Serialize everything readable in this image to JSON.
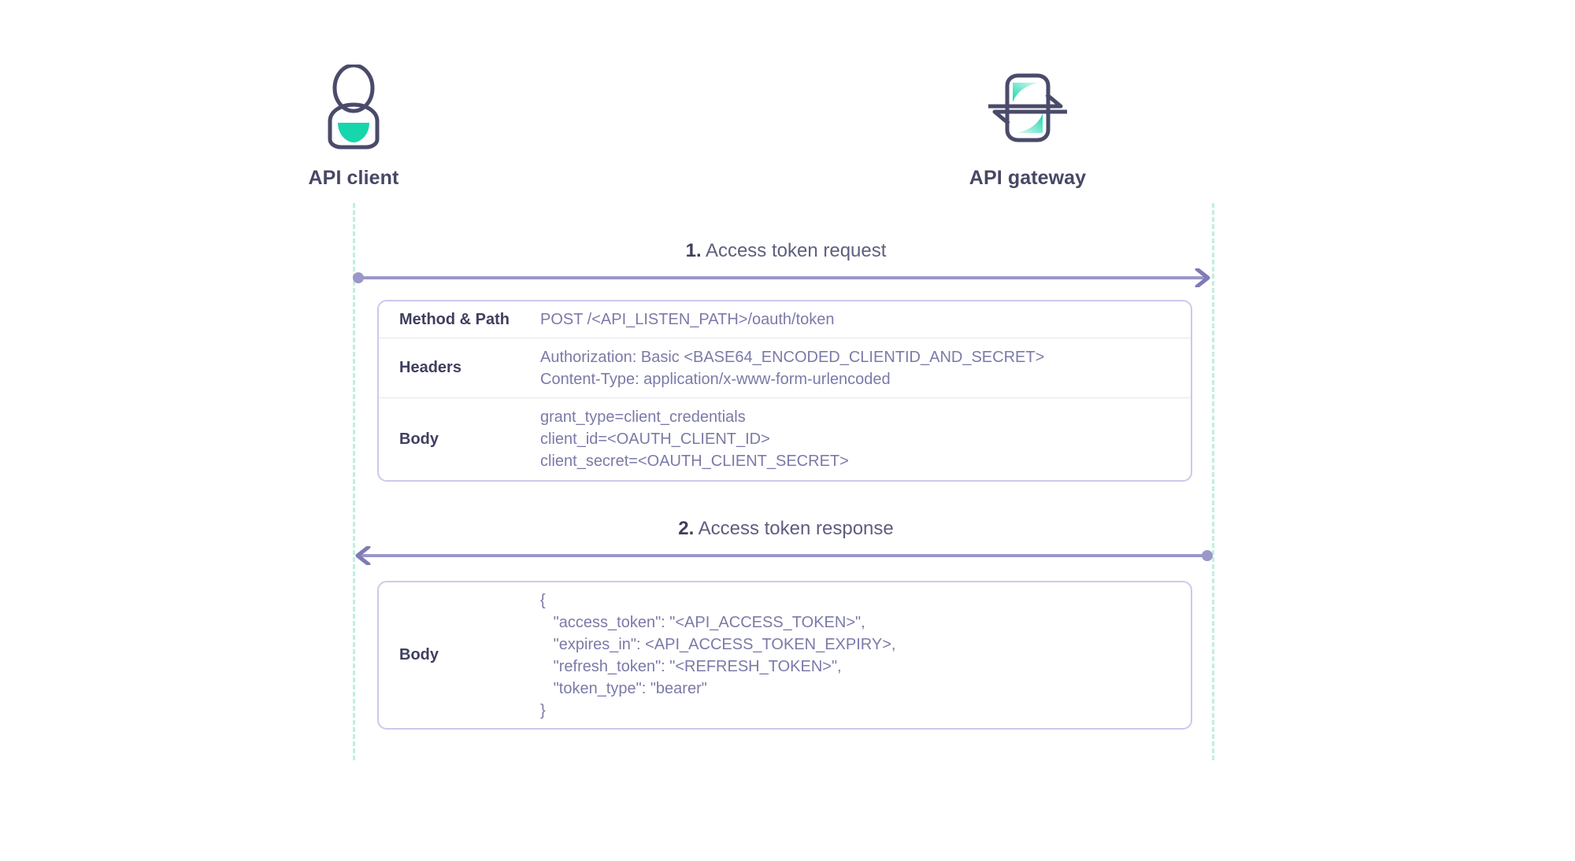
{
  "colors": {
    "ink": "#474765",
    "muted_value": "#7b7aa8",
    "arrow": "#9a97c9",
    "lifeline": "#bdf0de",
    "accent_teal": "#16d6ab",
    "table_border": "#cdc9ec",
    "row_divider": "#e7e5f4"
  },
  "actors": [
    {
      "id": "api-client",
      "label": "API client",
      "icon": "user-person-icon"
    },
    {
      "id": "api-gateway",
      "label": "API gateway",
      "icon": "api-gateway-icon"
    }
  ],
  "steps": [
    {
      "number": "1.",
      "title": "Access token request",
      "direction": "left-to-right",
      "rows": [
        {
          "key": "Method & Path",
          "lines": [
            "POST /<API_LISTEN_PATH>/oauth/token"
          ]
        },
        {
          "key": "Headers",
          "lines": [
            "Authorization: Basic <BASE64_ENCODED_CLIENTID_AND_SECRET>",
            "Content-Type: application/x-www-form-urlencoded"
          ]
        },
        {
          "key": "Body",
          "lines": [
            "grant_type=client_credentials",
            "client_id=<OAUTH_CLIENT_ID>",
            "client_secret=<OAUTH_CLIENT_SECRET>"
          ]
        }
      ]
    },
    {
      "number": "2.",
      "title": "Access token response",
      "direction": "right-to-left",
      "rows": [
        {
          "key": "Body",
          "lines": [
            "{",
            "   \"access_token\": \"<API_ACCESS_TOKEN>\",",
            "   \"expires_in\": <API_ACCESS_TOKEN_EXPIRY>,",
            "   \"refresh_token\": \"<REFRESH_TOKEN>\",",
            "   \"token_type\": \"bearer\"",
            "}"
          ]
        }
      ]
    }
  ]
}
